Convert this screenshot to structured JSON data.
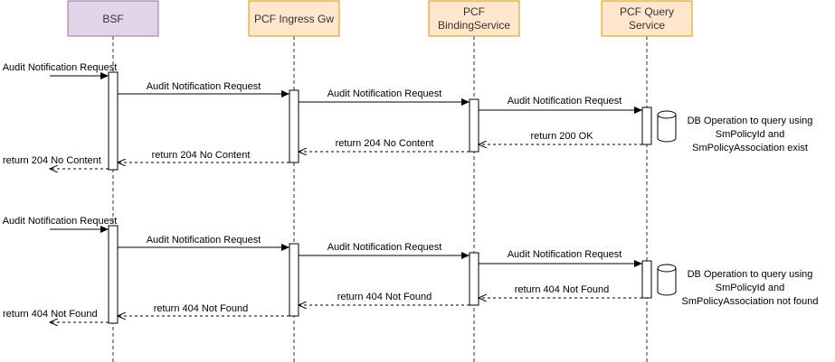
{
  "participants": [
    {
      "id": "bsf",
      "lines": [
        "BSF"
      ],
      "fill": "#e1d5e7",
      "stroke": "#9673a6"
    },
    {
      "id": "ingress",
      "lines": [
        "PCF Ingress Gw"
      ],
      "fill": "#ffe6cc",
      "stroke": "#d79b00"
    },
    {
      "id": "binding",
      "lines": [
        "PCF",
        "BindingService"
      ],
      "fill": "#ffe6cc",
      "stroke": "#d79b00"
    },
    {
      "id": "query",
      "lines": [
        "PCF Query",
        "Service"
      ],
      "fill": "#ffe6cc",
      "stroke": "#d79b00"
    }
  ],
  "scenarios": [
    {
      "id": "found",
      "request_in": "Audit Notification Request",
      "req_bsf_to_ingress": "Audit Notification Request",
      "req_ingress_to_binding": "Audit Notification Request",
      "req_binding_to_query": "Audit Notification Request",
      "db_note": [
        "DB Operation to query using",
        "SmPolicyId and",
        "SmPolicyAssociation exist"
      ],
      "resp_query_to_binding": "return 200 OK",
      "resp_binding_to_ingress": "return 204 No Content",
      "resp_ingress_to_bsf": "return 204 No Content",
      "resp_out": "return 204 No Content"
    },
    {
      "id": "not-found",
      "request_in": "Audit Notification Request",
      "req_bsf_to_ingress": "Audit Notification Request",
      "req_ingress_to_binding": "Audit Notification Request",
      "req_binding_to_query": "Audit Notification Request",
      "db_note": [
        "DB Operation to query using",
        "SmPolicyId and",
        "SmPolicyAssociation not found"
      ],
      "resp_query_to_binding": "return 404 Not Found",
      "resp_binding_to_ingress": "return 404 Not Found",
      "resp_ingress_to_bsf": "return 404 Not Found",
      "resp_out": "return 404 Not Found"
    }
  ]
}
